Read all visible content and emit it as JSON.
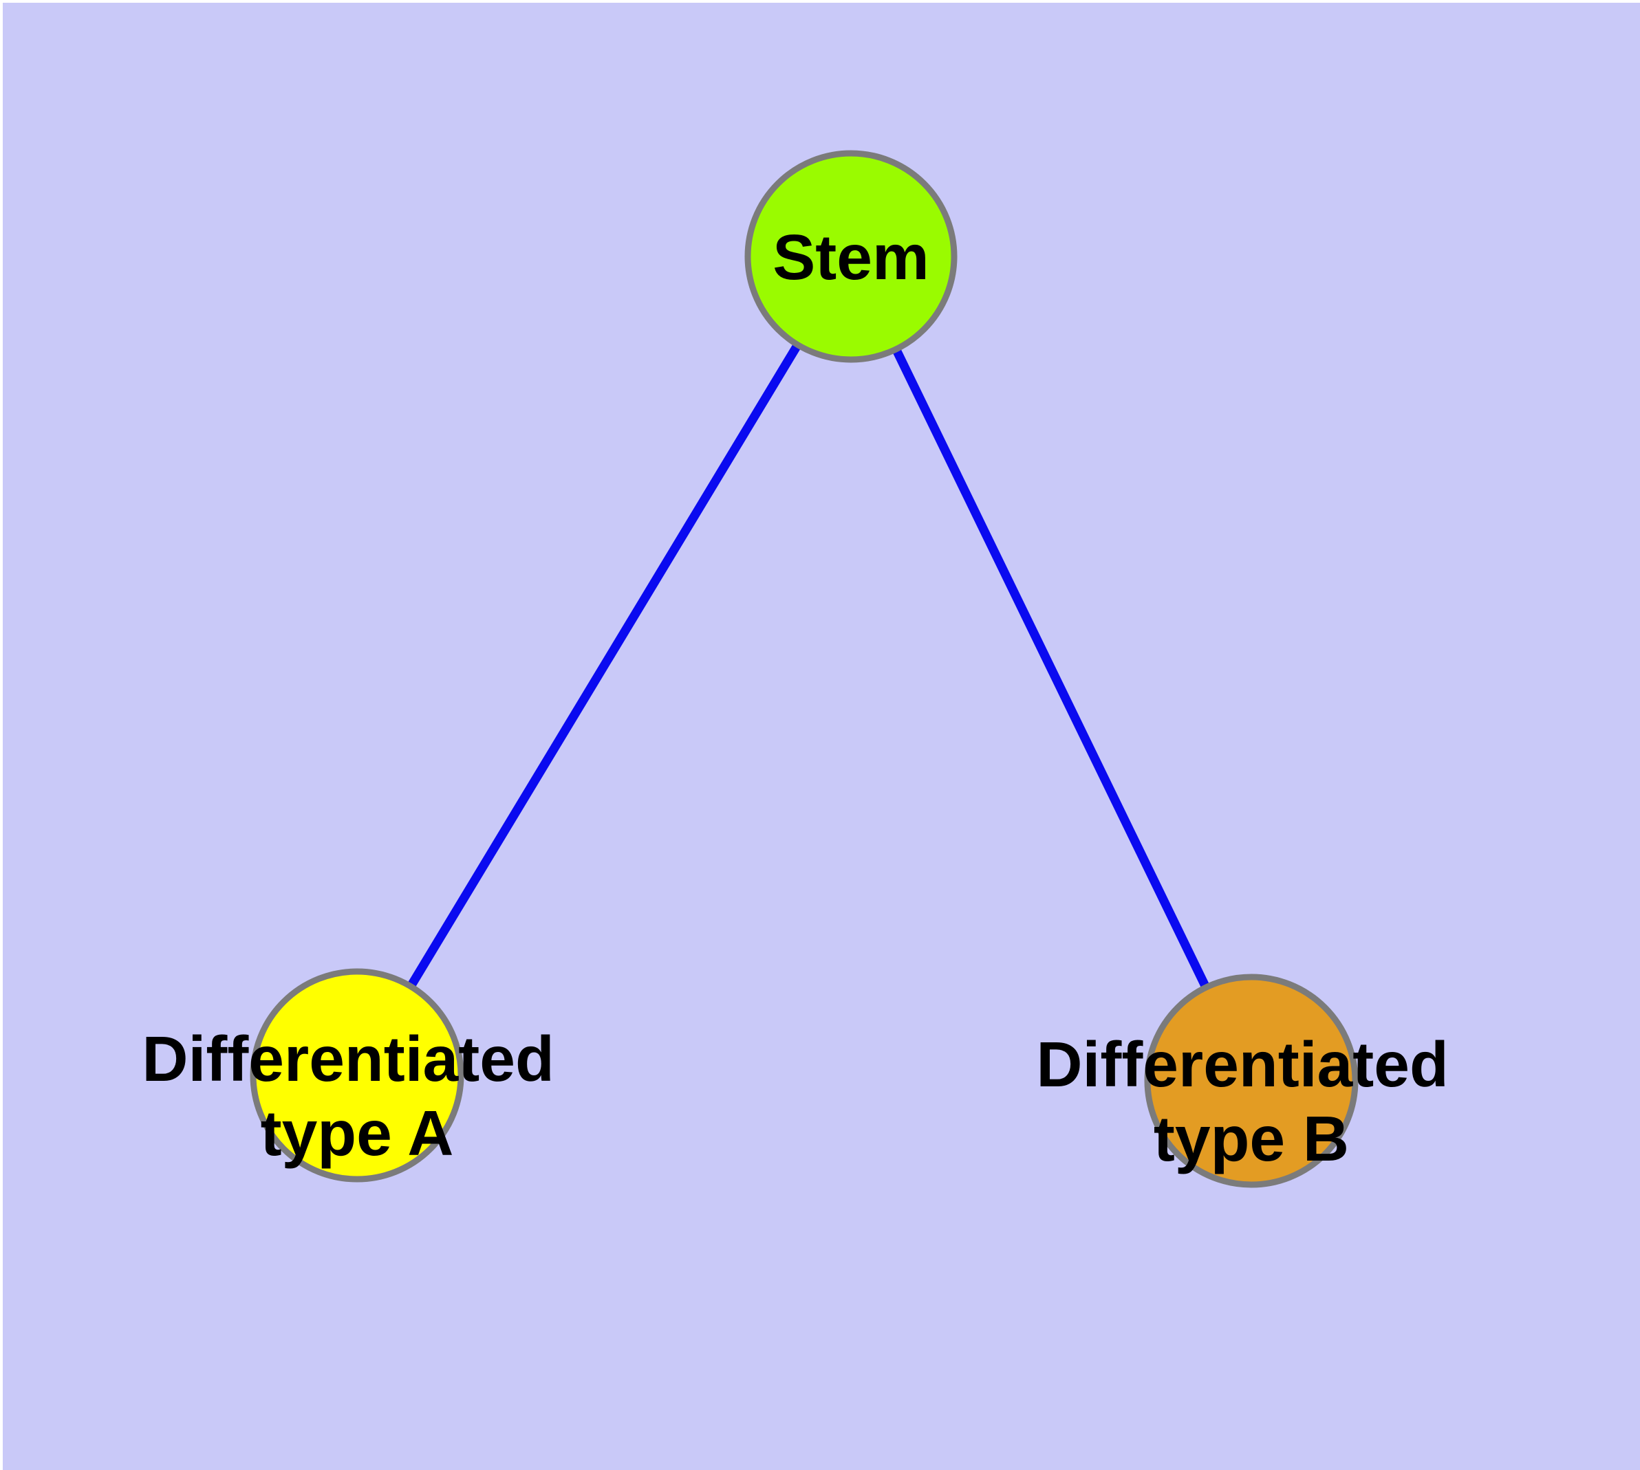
{
  "figure": {
    "background_color": "#C9C9F8",
    "margin_color": "#FFFFFF",
    "edge_color": "#0A0AF0",
    "node_border_color": "#7B7B7B",
    "label_color": "#000000",
    "nodes": {
      "stem": {
        "label": "Stem",
        "fill": "#9AFB00"
      },
      "type_a": {
        "label_line1": "Differentiated",
        "label_line2": "type A",
        "fill": "#FFFF00"
      },
      "type_b": {
        "label_line1": "Differentiated",
        "label_line2": "type B",
        "fill": "#E39C23"
      }
    },
    "edges": [
      {
        "source": "Stem",
        "target": "Differentiated type A"
      },
      {
        "source": "Stem",
        "target": "Differentiated type B"
      }
    ]
  }
}
